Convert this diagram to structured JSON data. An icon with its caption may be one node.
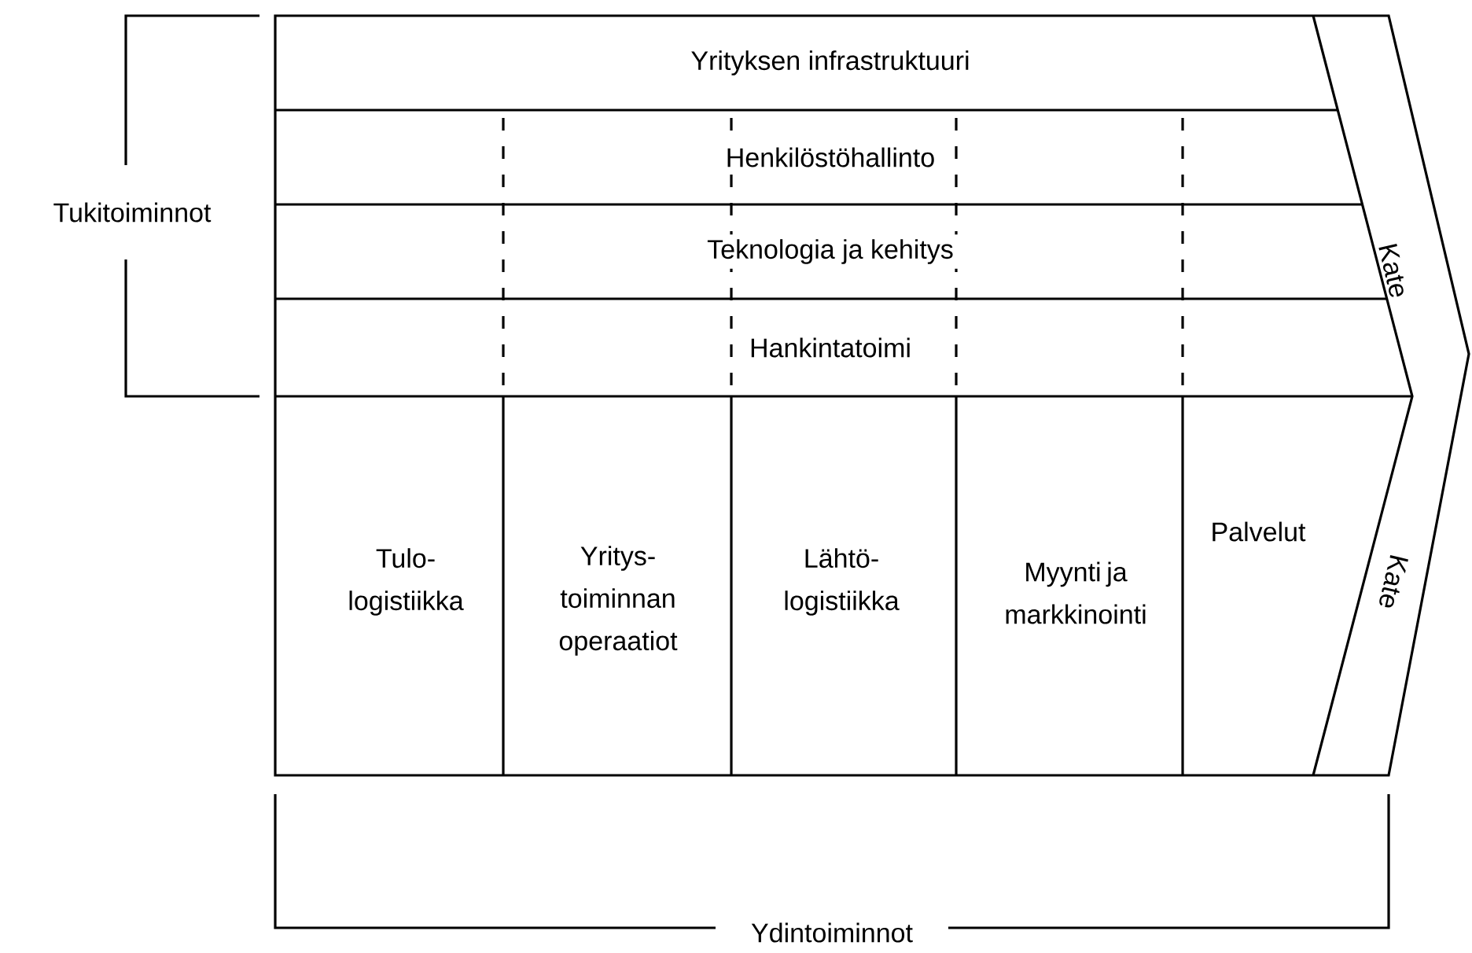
{
  "diagram": {
    "nodes": [
      {
        "text": [
          "Yrityksen infrastruktuuri"
        ]
      },
      {
        "text": [
          "Henkilöstöhallinto"
        ]
      },
      {
        "text": [
          "Teknologia ja kehitys"
        ]
      },
      {
        "text": [
          "Hankintatoimi"
        ]
      },
      {
        "text": [
          "Tulo- logistiikka"
        ]
      },
      {
        "text": [
          "Yritys- toiminnan operaatiot"
        ]
      },
      {
        "text": [
          "Lähtö- logistiikka"
        ]
      },
      {
        "text": [
          "Myynti ja markkinointi"
        ]
      },
      {
        "text": [
          "Palvelut"
        ]
      },
      {
        "text": [
          "Kate"
        ]
      },
      {
        "text": [
          "Kate"
        ]
      }
    ],
    "labels": [
      "Tukitoiminnot",
      "Ydintoiminnot"
    ]
  }
}
